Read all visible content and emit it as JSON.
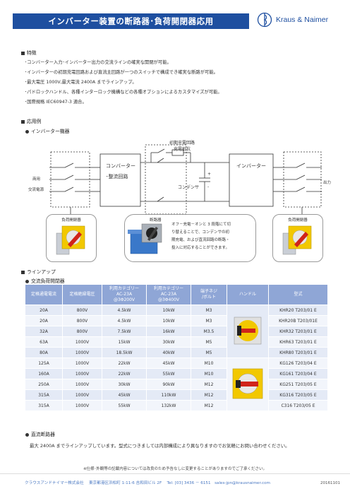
{
  "header": {
    "title": "インバーター装置の断路器･負荷開閉器応用",
    "brand": "Kraus & Naimer"
  },
  "features": {
    "heading": "特徴",
    "items": [
      "･コンバーター入力･インバーター出力の交流ラインの確実な開閉が可能。",
      "･インバーターの初期充電回路および直流主回路が一つのスイッチで構成でき確実な断路が可能。",
      "･最大電圧 1000V,最大電流 2400A までラインアップ。",
      "･パドロックハンドル、各種インターロック機構などの各種オプションによるカスタマイズが可能。",
      "･国際規格 IEC60947-3 適合。"
    ]
  },
  "application": {
    "heading": "応用例",
    "sub": "インバーター機器",
    "labels": {
      "initial_charge": "初期充電回路",
      "charge_resistor": "充電抵抗",
      "converter": "コンバーター",
      "rectifier": "･整流回路",
      "inverter": "インバーター",
      "capacitor": "コンデンサ",
      "plus": "+",
      "minus": "-",
      "commercial": "商用",
      "ac_power": "交流電源",
      "output": "出力",
      "load_switch_left": "負荷開閉器",
      "disconnector": "断路器",
      "load_switch_right": "負荷開閉器",
      "desc_lines": [
        "オフ－充電－オンと 3 段階にて切",
        "り替えることで、コンデンサの初",
        "期充電、および直流回路の断路・",
        "投入に対応することができます。"
      ]
    }
  },
  "lineup": {
    "heading": "ラインアップ",
    "sub": "交流負荷開閉器",
    "columns": [
      "定格通電電流",
      "定格絶縁電圧",
      "利用カテゴリー\nAC-23A\n@3Φ200V",
      "利用カテゴリー\nAC-23A\n@3Φ400V",
      "端子ネジ\n/ボルト",
      "ハンドル",
      "型式"
    ],
    "rows": [
      [
        "20A",
        "800V",
        "4.5kW",
        "10kW",
        "M3",
        "KHR20 T203/01 E"
      ],
      [
        "20A",
        "800V",
        "4.5kW",
        "10kW",
        "M3",
        "KHR20B T203/01E"
      ],
      [
        "32A",
        "800V",
        "7.5kW",
        "16kW",
        "M3.5",
        "KHR32 T203/01 E"
      ],
      [
        "63A",
        "1000V",
        "15kW",
        "30kW",
        "M5",
        "KHR63 T203/01 E"
      ],
      [
        "80A",
        "1000V",
        "18.5kW",
        "40kW",
        "M5",
        "KHR80 T203/01 E"
      ],
      [
        "125A",
        "1000V",
        "22kW",
        "45kW",
        "M10",
        "KG126 T203/04 E"
      ],
      [
        "160A",
        "1000V",
        "22kW",
        "55kW",
        "M10",
        "KG161 T203/04 E"
      ],
      [
        "250A",
        "1000V",
        "30kW",
        "90kW",
        "M12",
        "KG251 T203/05 E"
      ],
      [
        "315A",
        "1000V",
        "45kW",
        "110kW",
        "M12",
        "KG316 T203/05 E"
      ],
      [
        "315A",
        "1000V",
        "55kW",
        "132kW",
        "M12",
        "C316 T203/05 E"
      ]
    ]
  },
  "dc": {
    "sub": "直流断路器",
    "text": "最大 2400A までラインアップしています。型式につきましては内部構成により異なりますのでお気軽にお問い合わせください。"
  },
  "footnote": "※仕様･外観等の記載内容については改良のため予告なしに変更することがありますのでご了承ください。",
  "footer": {
    "company": "クラウスアンドナイマー株式会社　 東京都港区浜松町 1-11-6 吉和田ビル 2F　 Tel: [03] 3436 － 6151　sales-jpn@krausnaimer.com",
    "date": "20161101"
  },
  "colors": {
    "brand": "#1e4fa0",
    "table_head": "#8fa6d6",
    "handle_red": "#d0241b",
    "handle_yellow": "#f2c800"
  }
}
